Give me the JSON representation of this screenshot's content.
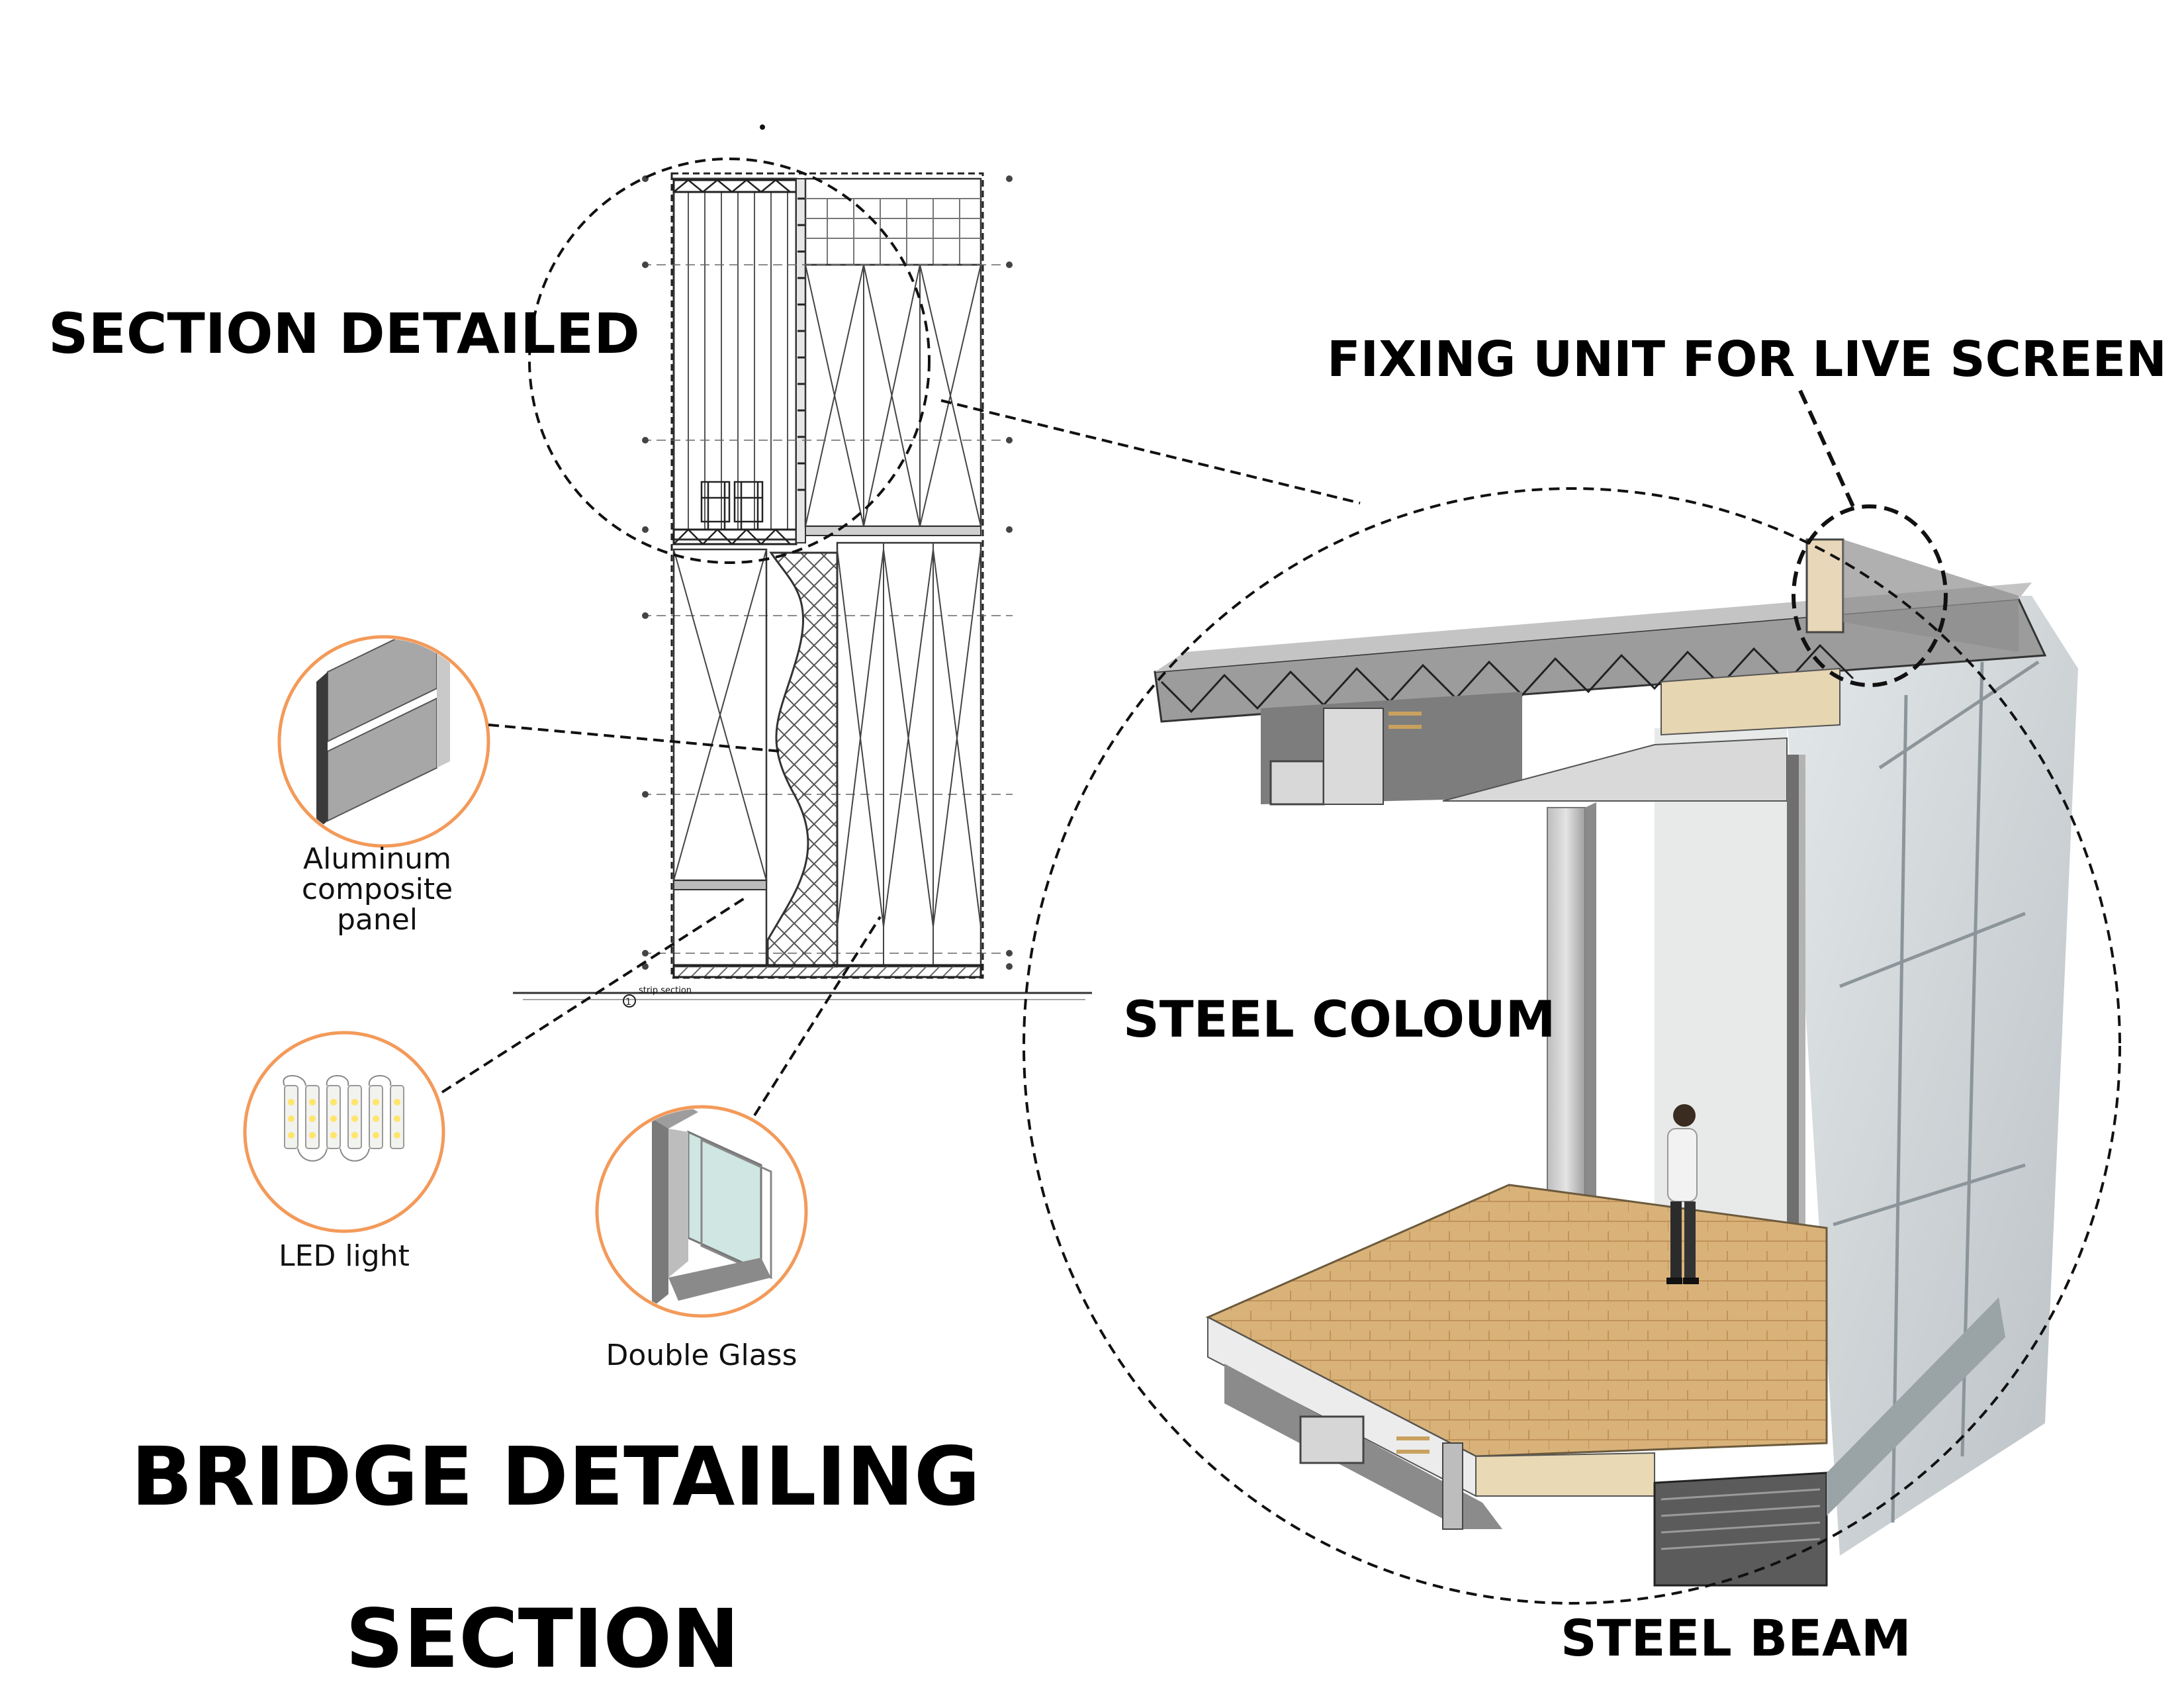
{
  "labels": {
    "section_detailed": "SECTION DETAILED",
    "fixing_unit": "FIXING UNIT FOR LIVE SCREEN",
    "steel_column": "STEEL COLOUM",
    "steel_beam": "STEEL BEAM",
    "title_line1": "BRIDGE DETAILING",
    "title_line2": "SECTION"
  },
  "callouts": {
    "aluminum": [
      "Aluminum",
      "composite",
      "panel"
    ],
    "led": "LED light",
    "glass": "Double Glass"
  },
  "drawing": {
    "caption": "strip section"
  },
  "colors": {
    "callout_ring": "#f39a5a",
    "wood_floor": "#d9b27a",
    "steel_grey": "#9a9a9a",
    "glass_tint": "#c9d3d6"
  }
}
